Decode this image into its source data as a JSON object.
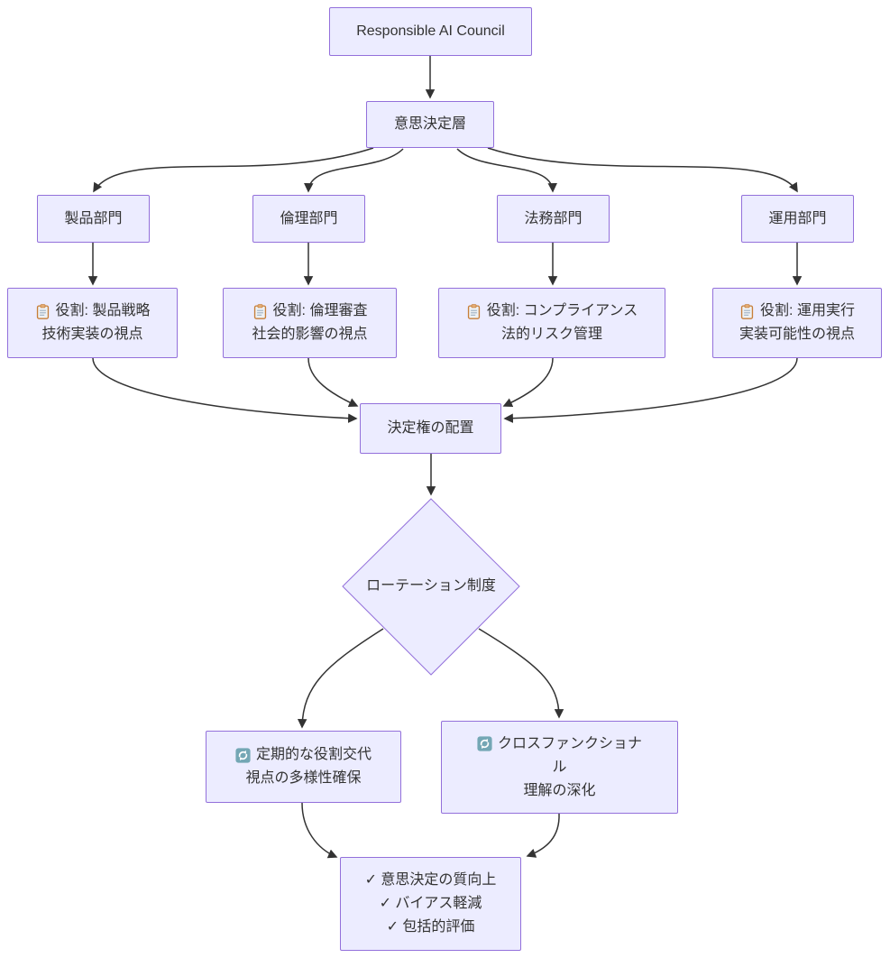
{
  "diagram": {
    "type": "flowchart",
    "direction": "top-down",
    "colors": {
      "node_fill": "#ECECFF",
      "node_border": "#9370DB",
      "edge_stroke": "#333333",
      "text": "#333333",
      "clipboard_icon_accent": "#c77f3a",
      "refresh_icon_bg": "#74a7b5"
    },
    "nodes": {
      "council": {
        "label": "Responsible AI Council"
      },
      "decision_layer": {
        "label": "意思決定層"
      },
      "dept_product": {
        "label": "製品部門"
      },
      "dept_ethics": {
        "label": "倫理部門"
      },
      "dept_legal": {
        "label": "法務部門"
      },
      "dept_operations": {
        "label": "運用部門"
      },
      "role_product": {
        "icon": "clipboard-icon",
        "lines": [
          "役割: 製品戦略",
          "技術実装の視点"
        ]
      },
      "role_ethics": {
        "icon": "clipboard-icon",
        "lines": [
          "役割: 倫理審査",
          "社会的影響の視点"
        ]
      },
      "role_legal": {
        "icon": "clipboard-icon",
        "lines": [
          "役割: コンプライアンス",
          "法的リスク管理"
        ]
      },
      "role_operations": {
        "icon": "clipboard-icon",
        "lines": [
          "役割: 運用実行",
          "実装可能性の視点"
        ]
      },
      "authority": {
        "label": "決定権の配置"
      },
      "rotation": {
        "label": "ローテーション制度"
      },
      "rotation_periodic": {
        "icon": "refresh-icon",
        "lines": [
          "定期的な役割交代",
          "視点の多様性確保"
        ]
      },
      "cross_functional": {
        "icon": "refresh-icon",
        "lines": [
          "クロスファンクショナ",
          "ル",
          "理解の深化"
        ]
      },
      "outcomes": {
        "lines": [
          "✓ 意思決定の質向上",
          "✓ バイアス軽減",
          "✓ 包括的評価"
        ]
      }
    }
  }
}
